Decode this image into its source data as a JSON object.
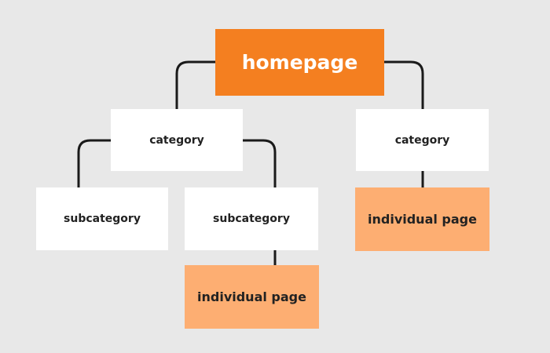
{
  "nodes": {
    "homepage": "homepage",
    "category_left": "category",
    "category_right": "category",
    "subcategory_left": "subcategory",
    "subcategory_middle": "subcategory",
    "individual_page_right": "individual page",
    "individual_page_bottom": "individual page"
  },
  "colors": {
    "root": "#f47f20",
    "leaf": "#fdae72",
    "node": "#ffffff",
    "background": "#e8e8e8"
  }
}
